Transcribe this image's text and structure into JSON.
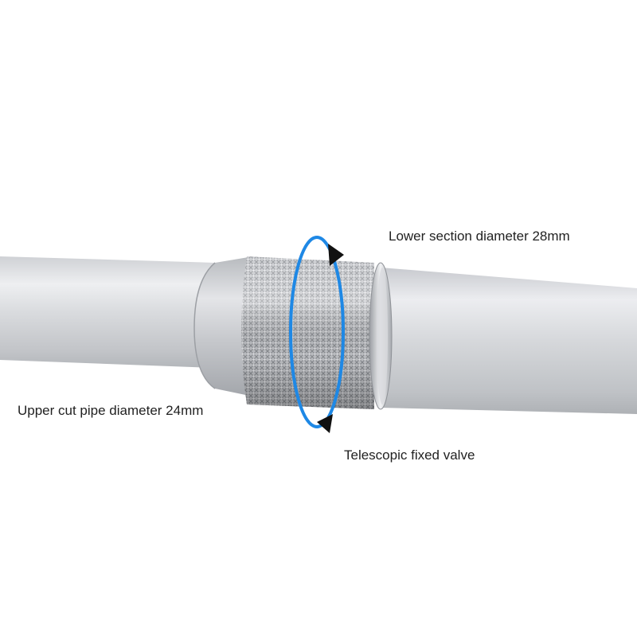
{
  "labels": {
    "lower_section": "Lower section diameter 28mm",
    "upper_pipe": "Upper cut pipe diameter 24mm",
    "valve": "Telescopic fixed valve"
  },
  "colors": {
    "background": "#ffffff",
    "arrow_ring": "#1e88e5",
    "arrow_head": "#111111",
    "pipe_light": "#e6e7ea",
    "pipe_mid": "#c9cbcf",
    "pipe_dark": "#a9acb1"
  },
  "icons": {
    "rotation": "rotation-arrow-icon"
  }
}
